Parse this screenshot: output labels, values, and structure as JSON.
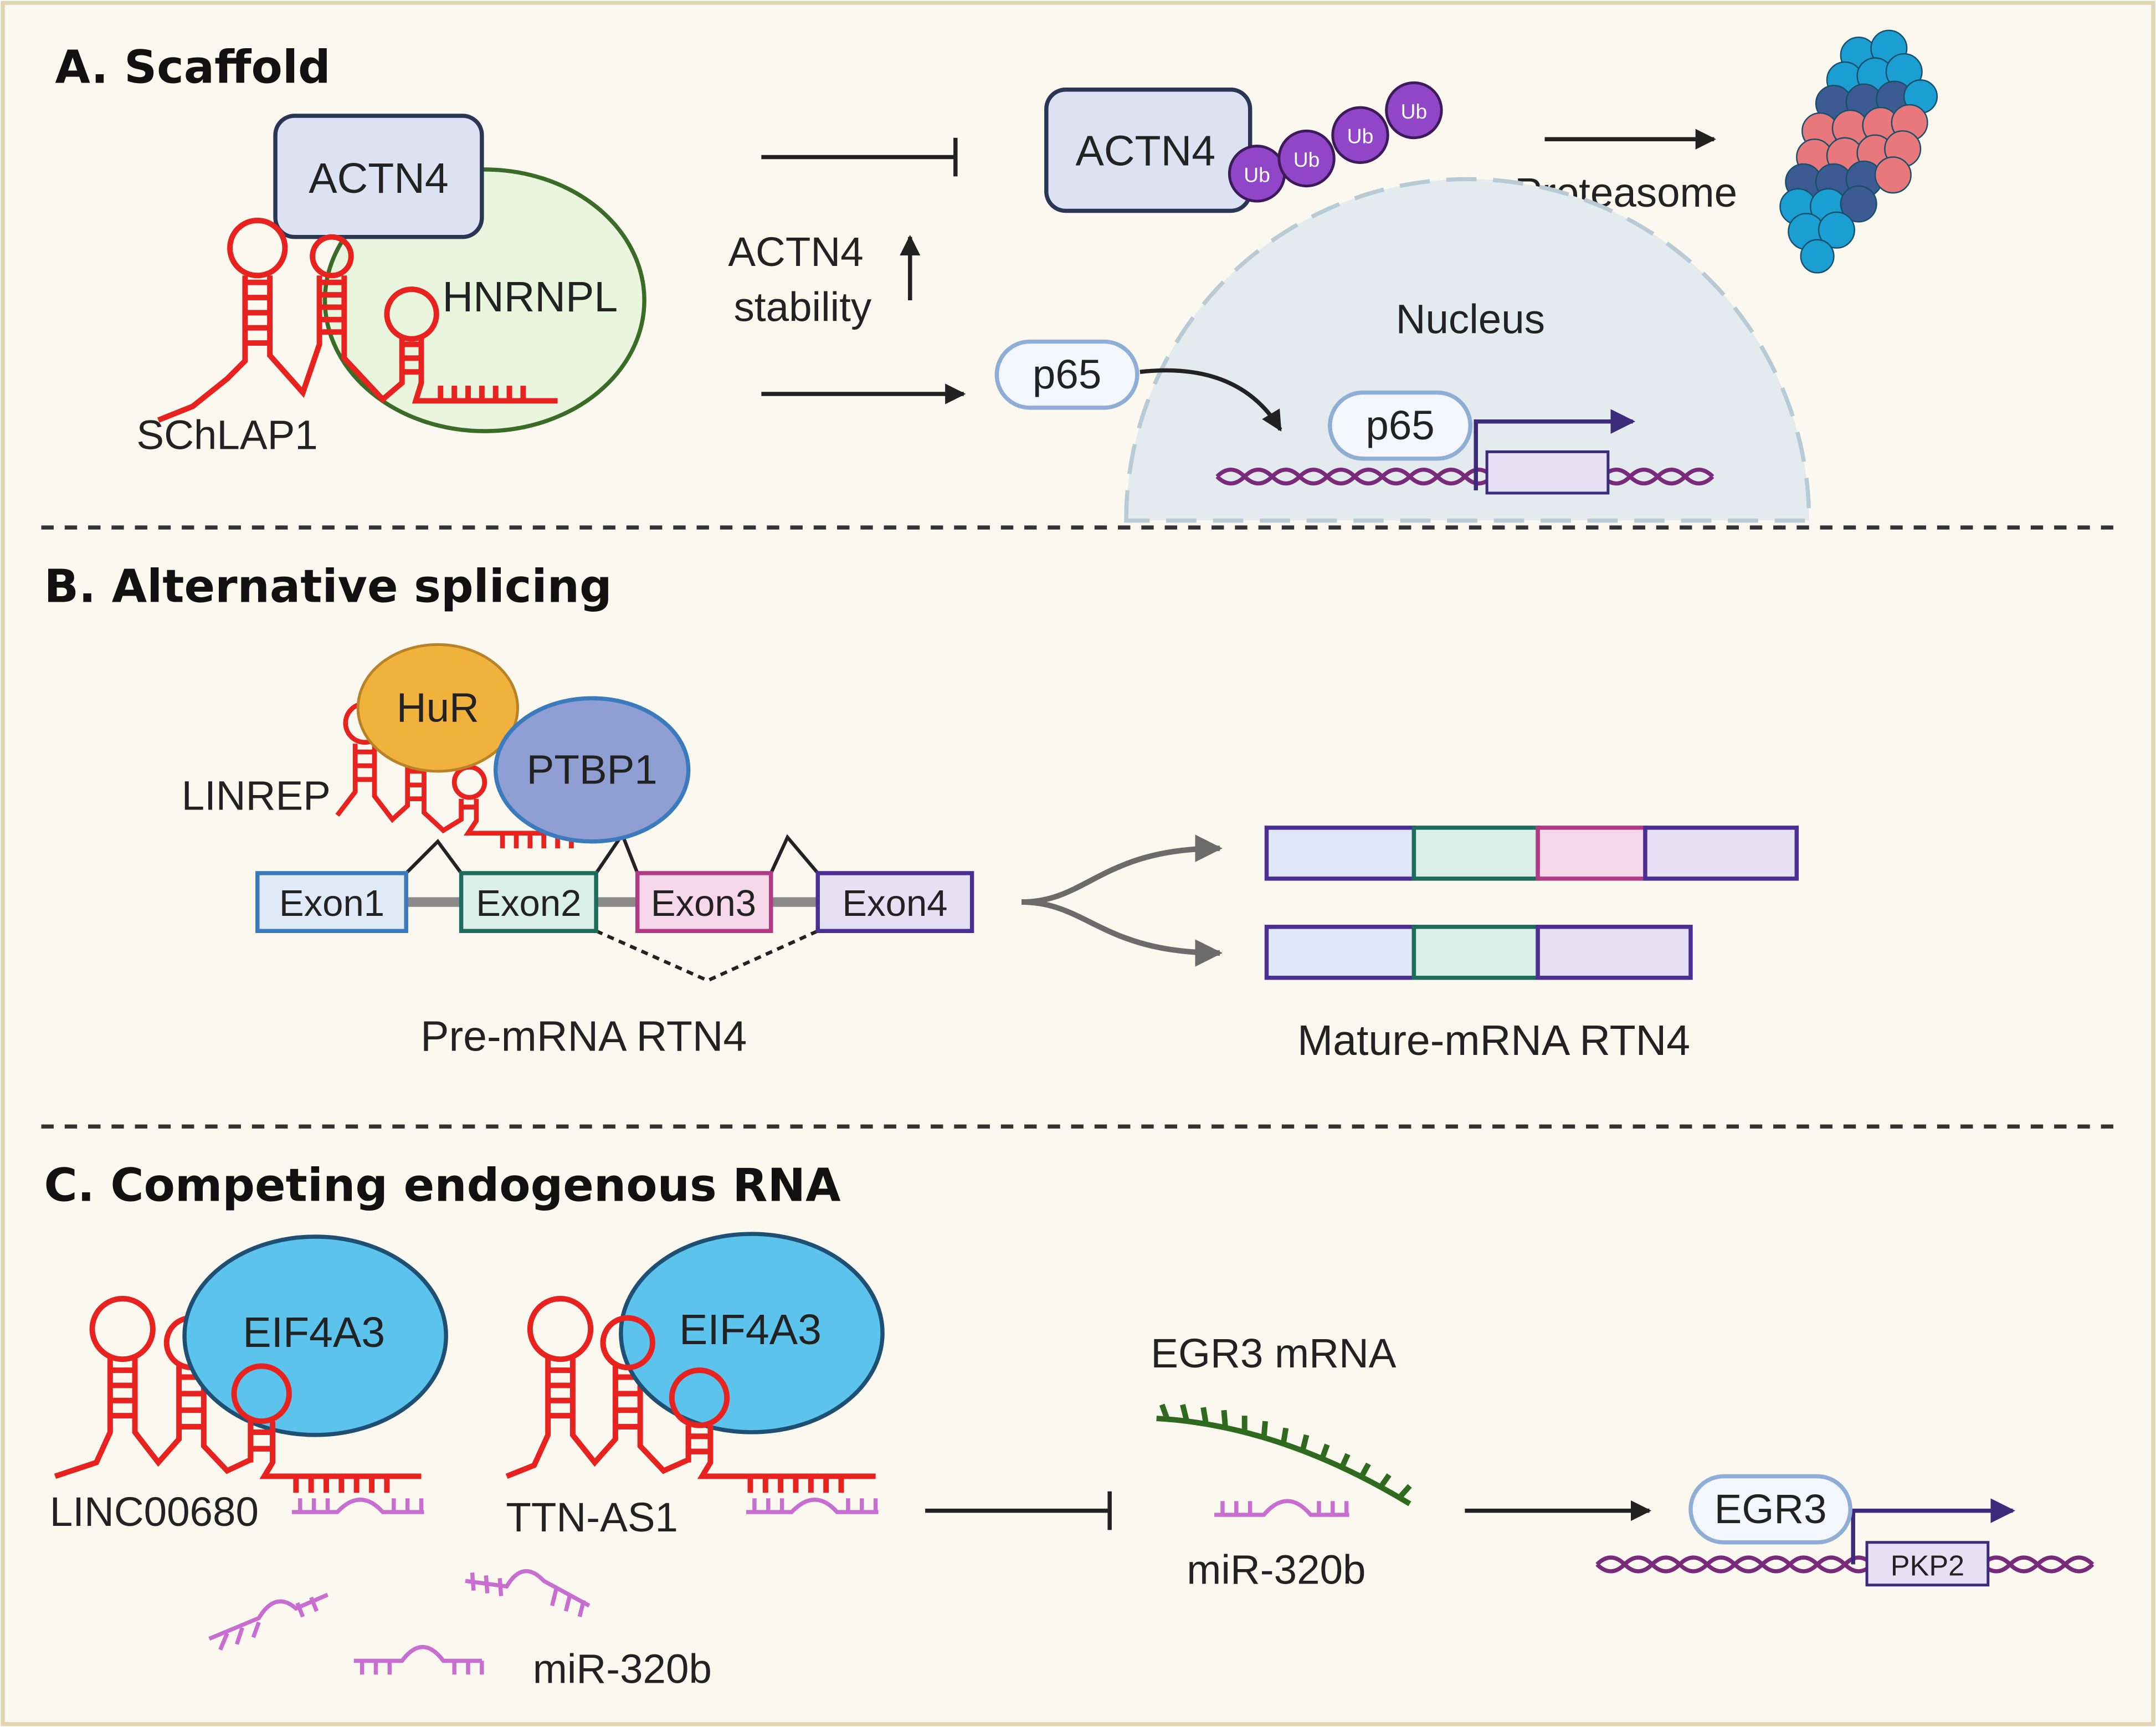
{
  "sections": {
    "a_title": "A. Scaffold",
    "b_title": "B. Alternative splicing",
    "c_title": "C. Competing endogenous RNA"
  },
  "panel_a": {
    "actn4_label": "ACTN4",
    "hnrnpl_label": "HNRNPL",
    "schlap1_label": "SChLAP1",
    "stability_line1": "ACTN4",
    "stability_line2": "stability",
    "actn4_ub_label": "ACTN4",
    "ub_label": "Ub",
    "proteasome_label": "Proteasome",
    "nucleus_label": "Nucleus",
    "p65_cytoplasm_label": "p65",
    "p65_nuclear_label": "p65"
  },
  "panel_b": {
    "hur_label": "HuR",
    "ptbp1_label": "PTBP1",
    "linrep_label": "LINREP",
    "exons": [
      "Exon1",
      "Exon2",
      "Exon3",
      "Exon4"
    ],
    "pre_mrna_label": "Pre-mRNA RTN4",
    "mature_mrna_label": "Mature-mRNA RTN4"
  },
  "panel_c": {
    "eif4a3_label": "EIF4A3",
    "linc00680_label": "LINC00680",
    "ttn_as1_label": "TTN-AS1",
    "mirna_free_label": "miR-320b",
    "egr3_mrna_label": "EGR3 mRNA",
    "mirna_bound_label": "miR-320b",
    "egr3_label": "EGR3",
    "pkp2_label": "PKP2"
  },
  "colors": {
    "background": "#faf8ef",
    "frame": "#e0d7b2",
    "lncrna_red": "#e8231f",
    "mirna_purple": "#c86ed0",
    "egr3_mrna_green": "#2e6b1f",
    "ub_purple": "#9146c8",
    "hur_orange": "#f0b23c",
    "ptbp1_blue": "#8f9fd3",
    "eif4a3_blue": "#5cc3ed",
    "hnrnpl_green": "#e9f5dd",
    "actn4_fill": "#dde2f3",
    "nucleus_fill": "#e3ebef",
    "dna_purple": "#7a2a7a",
    "exon1": "#dfeaf6",
    "exon2": "#d9efe8",
    "exon3": "#f7d8ea",
    "exon4": "#e6e0f5"
  },
  "icons": [
    "rna-hairpin-icon",
    "ubiquitin-icon",
    "proteasome-icon",
    "dna-helix-icon",
    "transcription-start-arrow-icon",
    "inhibition-arrow-icon",
    "activation-arrow-icon"
  ]
}
